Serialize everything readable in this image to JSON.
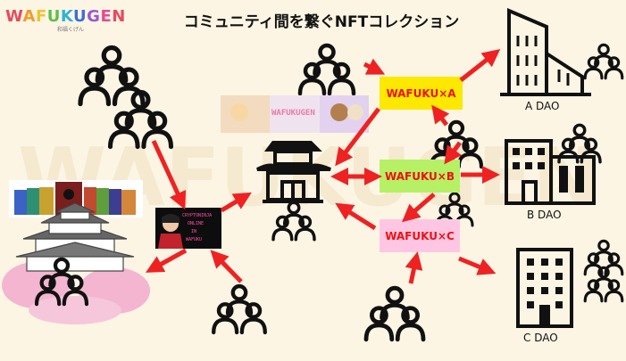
{
  "title": "コミュニティ間を繋ぐNFTコレクション",
  "logo": {
    "letters": [
      "W",
      "A",
      "F",
      "U",
      "K",
      "U",
      "G",
      "E",
      "N"
    ],
    "colors": [
      "#e84a5f",
      "#f29b2b",
      "#f2c12e",
      "#5cbf4a",
      "#2eb3d6",
      "#3a6fd8",
      "#9b59d0",
      "#e84a8f",
      "#e84a5f"
    ],
    "sub": "和福くげん"
  },
  "banner_text": "WAFUKUGEN",
  "poster_text": [
    "CRYPTONINJA",
    "ONLINE",
    "IN",
    "WAFUKU"
  ],
  "tags": [
    {
      "label": "WAFUKU×A",
      "color": "#fde800"
    },
    {
      "label": "WAFUKU×B",
      "color": "#b6f064"
    },
    {
      "label": "WAFUKU×C",
      "color": "#ffc6e4"
    }
  ],
  "daos": [
    "A DAO",
    "B DAO",
    "C DAO"
  ],
  "colors": {
    "arrow": "#ee2222",
    "icon": "#111111",
    "background": "#fdf5e4",
    "sakura": "#f3b5cf"
  }
}
